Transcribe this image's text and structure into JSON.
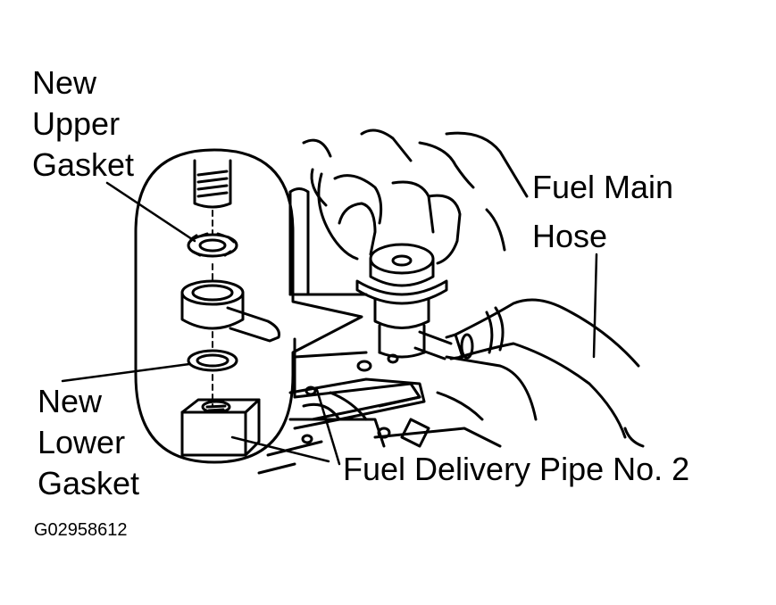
{
  "labels": {
    "upper_gasket": [
      "New",
      "Upper",
      "Gasket"
    ],
    "lower_gasket": [
      "New",
      "Lower",
      "Gasket"
    ],
    "fuel_main_hose": [
      "Fuel Main",
      "Hose"
    ],
    "delivery_pipe": "Fuel Delivery Pipe No. 2",
    "figure_code": "G02958612"
  },
  "colors": {
    "ink": "#000000",
    "paper": "#ffffff"
  }
}
